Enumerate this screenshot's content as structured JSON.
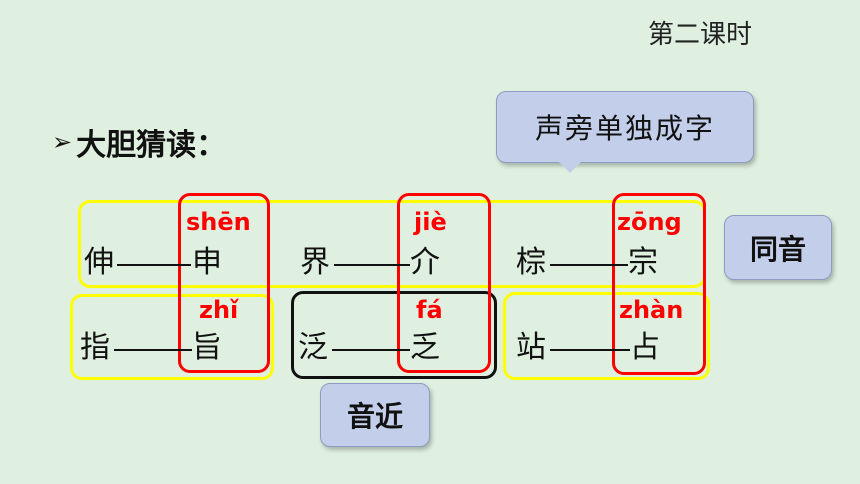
{
  "header": {
    "lesson": "第二课时"
  },
  "heading": {
    "bullet": "➢",
    "text": "大胆猜读："
  },
  "callout": {
    "text": "声旁单独成字"
  },
  "tags": {
    "same_sound": "同音",
    "near_sound": "音近"
  },
  "dash": "——",
  "row1": [
    {
      "char": "伸",
      "phonetic": "申",
      "pinyin": "shēn"
    },
    {
      "char": "界",
      "phonetic": "介",
      "pinyin": "jiè"
    },
    {
      "char": "棕",
      "phonetic": "宗",
      "pinyin": "zōng"
    }
  ],
  "row2": [
    {
      "char": "指",
      "phonetic": "旨",
      "pinyin": "zhǐ"
    },
    {
      "char": "泛",
      "phonetic": "乏",
      "pinyin": "fá"
    },
    {
      "char": "站",
      "phonetic": "占",
      "pinyin": "zhàn"
    }
  ],
  "colors": {
    "background": "#dff0e0",
    "highlight_yellow": "#ffff00",
    "highlight_red": "#ff0000",
    "tag_fill": "#c3cfea"
  }
}
